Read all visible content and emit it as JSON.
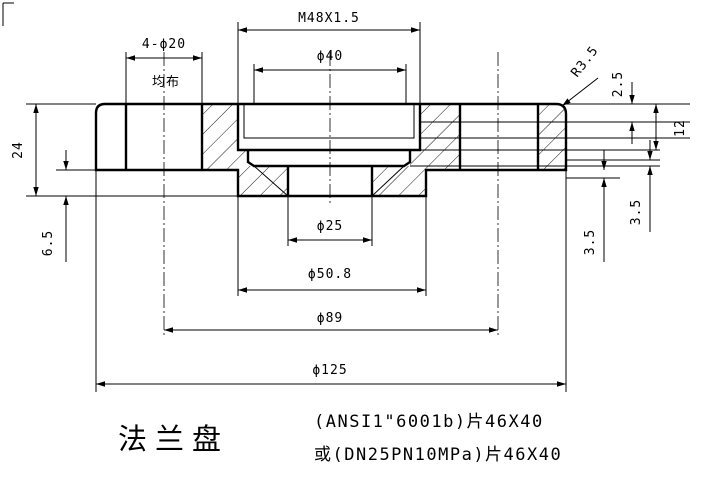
{
  "title": "法兰盘",
  "spec_lines": [
    "(ANSI1\"6001b)片46X40",
    "或(DN25PN10MPa)片46X40"
  ],
  "dimensions": {
    "thread": "M48X1.5",
    "bore_top": "ϕ40",
    "holes": "4-ϕ20",
    "holes_note": "均布",
    "bottom_bore": "ϕ25",
    "hub": "ϕ50.8",
    "bolt_circle": "ϕ89",
    "outer": "ϕ125",
    "radius": "R3.5",
    "height_total": "24",
    "height_lower": "6.5",
    "right_top": "2.5",
    "right_12": "12",
    "right_mid": "3.5",
    "right_bottom": "3.5"
  }
}
